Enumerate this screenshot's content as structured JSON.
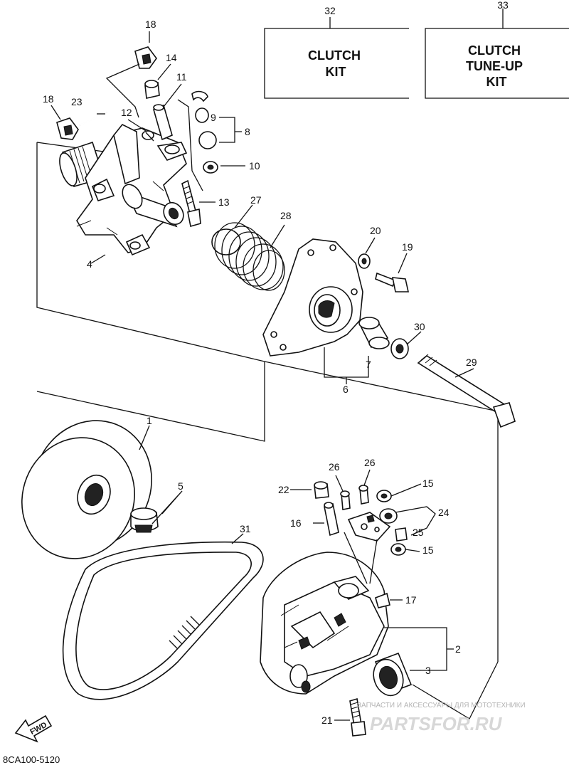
{
  "diagram": {
    "kits": [
      {
        "number": "32",
        "text": [
          "CLUTCH",
          "KIT"
        ]
      },
      {
        "number": "33",
        "text": [
          "CLUTCH",
          "TUNE-UP",
          "KIT"
        ]
      }
    ],
    "part_labels": {
      "p1": "1",
      "p2": "2",
      "p3": "3",
      "p4": "4",
      "p5": "5",
      "p6": "6",
      "p7": "7",
      "p8": "8",
      "p9": "9",
      "p10": "10",
      "p11": "11",
      "p12": "12",
      "p13": "13",
      "p14": "14",
      "p15a": "15",
      "p15b": "15",
      "p16": "16",
      "p17": "17",
      "p18a": "18",
      "p18b": "18",
      "p19": "19",
      "p20": "20",
      "p21": "21",
      "p22": "22",
      "p23": "23",
      "p24": "24",
      "p25": "25",
      "p26a": "26",
      "p26b": "26",
      "p27": "27",
      "p28": "28",
      "p29": "29",
      "p30": "30",
      "p31": "31"
    },
    "fwd_label": "FWD",
    "diagram_code": "8CA100-5120",
    "watermark": {
      "tagline": "ЗАПЧАСТИ И АКСЕССУАРЫ ДЛЯ МОТОТЕХНИКИ",
      "brand": "PARTSFOR.RU"
    }
  }
}
